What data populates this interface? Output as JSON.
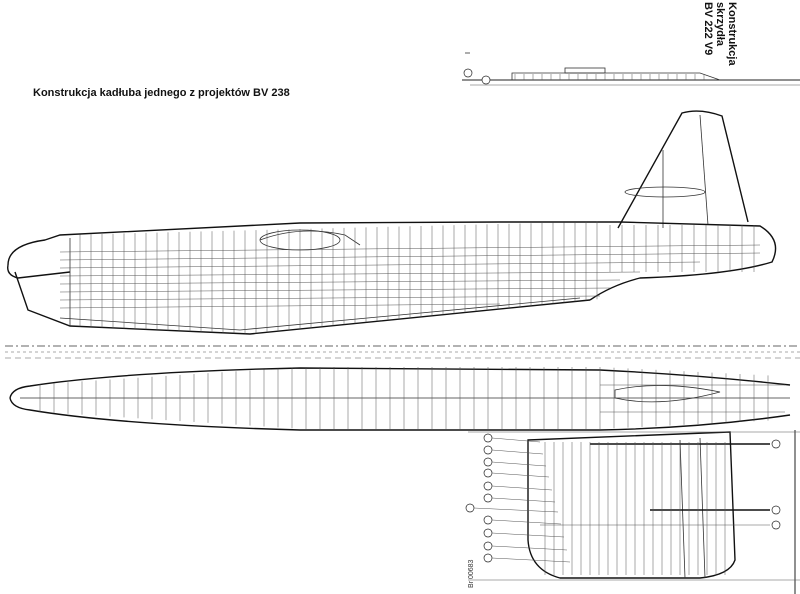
{
  "captions": {
    "fuselage": "Konstrukcja kadłuba jednego z projektów BV 238",
    "wing_line1": "Konstrukcja",
    "wing_line2": "skrzydła",
    "wing_line3": "BV 222 V9",
    "drawing_id": "Br 00683"
  },
  "colors": {
    "ink": "#222222",
    "paper": "#ffffff"
  }
}
